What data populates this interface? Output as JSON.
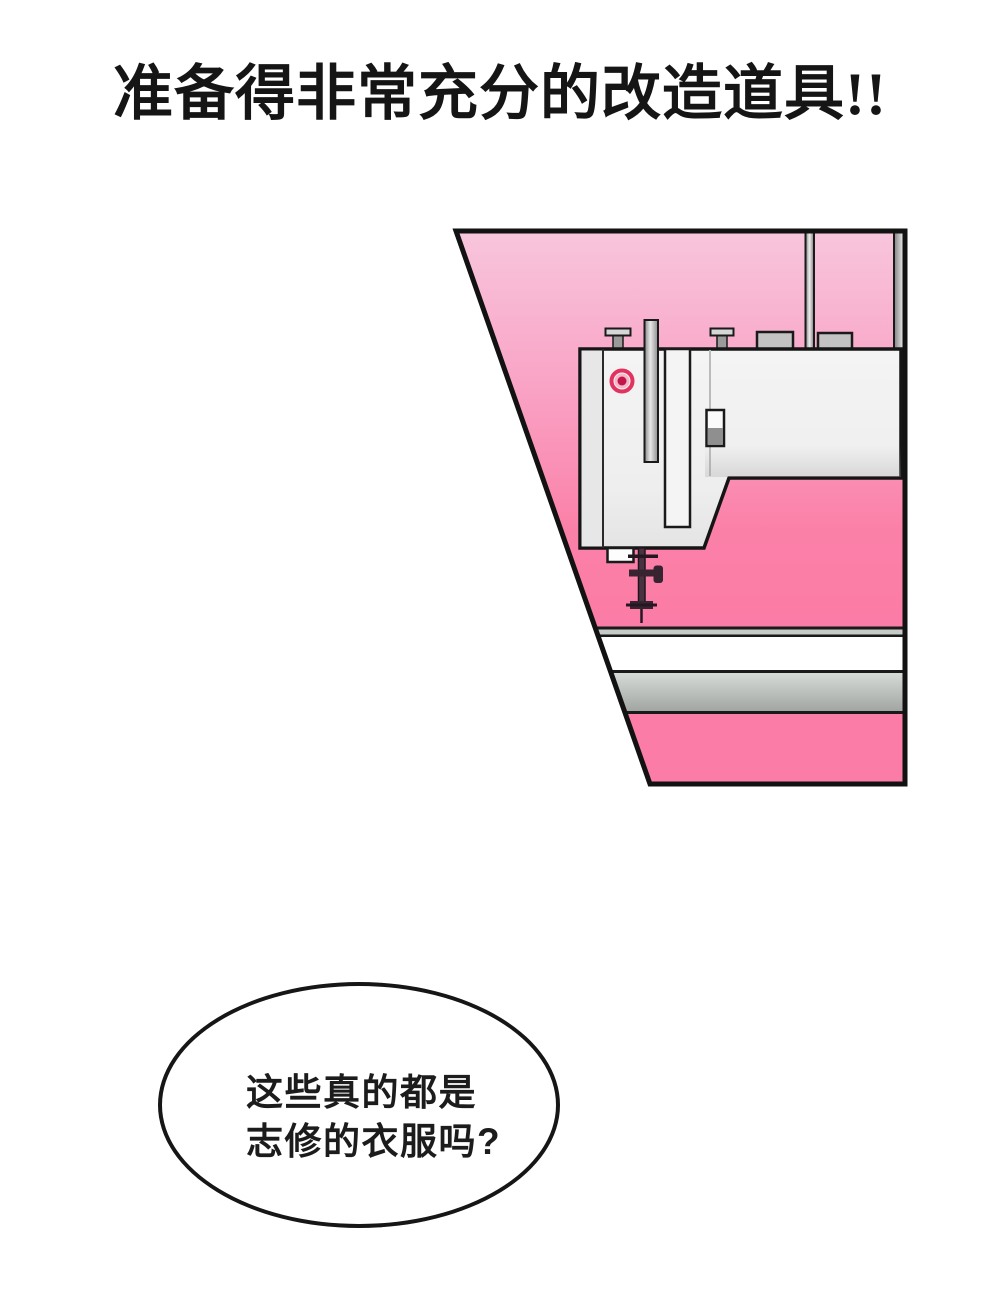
{
  "title": {
    "text": "准备得非常充分的改造道具!!"
  },
  "panel": {
    "illustration": "sewing-machine-on-pink-wall",
    "colors": {
      "pink_top": "#f8c0d8",
      "pink_bottom": "#fb80a8",
      "band_white": "#ffffff",
      "band_gray": "#aeb2ae",
      "machine_body": "#f0f0f0",
      "button_red": "#e23360",
      "outline": "#151515"
    }
  },
  "speech_bubble": {
    "lines": [
      "这些真的都是",
      "志修的衣服吗?"
    ]
  }
}
